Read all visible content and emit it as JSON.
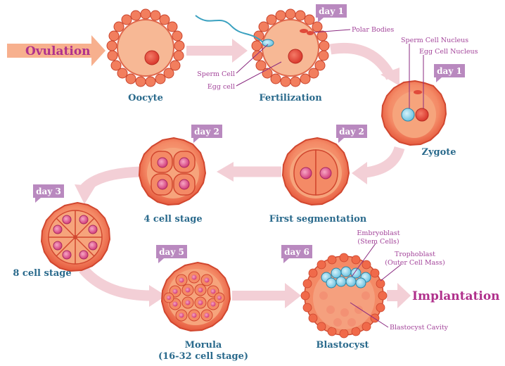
{
  "ovulation": "Ovulation",
  "implantation": "Implantation",
  "stages": {
    "oocyte": "Oocyte",
    "fertilization": "Fertilization",
    "zygote": "Zygote",
    "first_segmentation": "First segmentation",
    "four_cell": "4 cell stage",
    "eight_cell": "8 cell stage",
    "morula_line1": "Morula",
    "morula_line2": "(16-32 cell stage)",
    "blastocyst": "Blastocyst"
  },
  "days": {
    "fertilization": "day 1",
    "zygote": "day 1",
    "first_segmentation": "day 2",
    "four_cell": "day 2",
    "eight_cell": "day 3",
    "morula": "day 5",
    "blastocyst": "day 6"
  },
  "annotations": {
    "polar_bodies": "Polar Bodies",
    "sperm_cell": "Sperm Cell",
    "egg_cell": "Egg cell",
    "sperm_nucleus": "Sperm Cell Nucleus",
    "egg_nucleus": "Egg Cell Nucleus",
    "embryoblast_1": "Embryoblast",
    "embryoblast_2": "(Stem Cells)",
    "trophoblast_1": "Trophoblast",
    "trophoblast_2": "(Outer Cell Mass)",
    "blastocyst_cavity": "Blastocyst Cavity"
  },
  "colors": {
    "cell": "#ef6a4c",
    "cell_light": "#f7a07c",
    "arrow": "#f3cfd6",
    "day_badge": "#b989bf",
    "label": "#2a6a8c",
    "annotation": "#a3449a",
    "stem": "#9fd6ea"
  }
}
